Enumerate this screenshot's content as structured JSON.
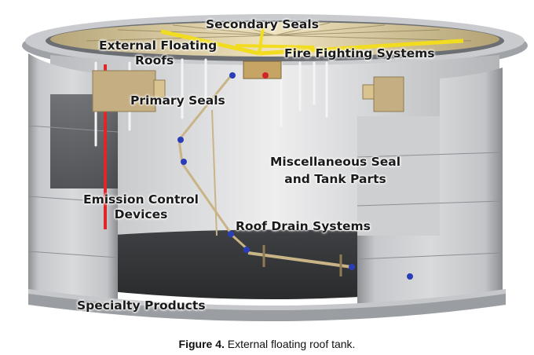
{
  "figure": {
    "labels": {
      "secondary_seals": "Secondary Seals",
      "external_floating_roofs": [
        "External Floating",
        "Roofs"
      ],
      "fire_fighting_systems": "Fire Fighting Systems",
      "primary_seals": "Primary Seals",
      "miscellaneous_seal": [
        "Miscellaneous Seal",
        "and Tank Parts"
      ],
      "emission_control": [
        "Emission Control",
        "Devices"
      ],
      "roof_drain_systems": "Roof Drain Systems",
      "specialty_products": "Specialty Products"
    },
    "colors": {
      "tank_wall": "#a9abaf",
      "roof_deck": "#e7d9b0",
      "fire_system": "#f2dc1f",
      "emission_pipe": "#e0262a",
      "drain_joint": "#2a3db8"
    }
  },
  "caption": {
    "label": "Figure 4.",
    "text": "External floating roof tank."
  }
}
